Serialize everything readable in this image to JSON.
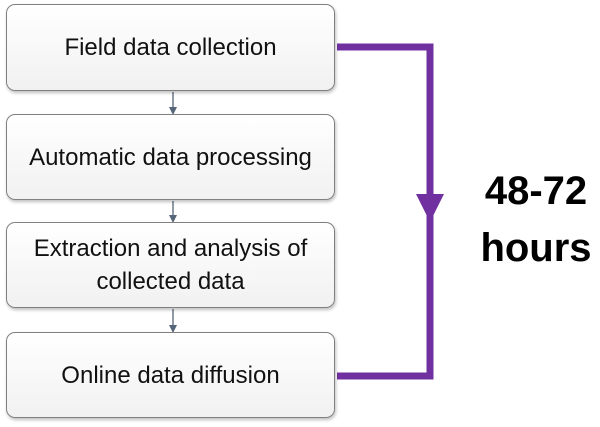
{
  "steps": [
    {
      "label": "Field data collection"
    },
    {
      "label": "Automatic data processing"
    },
    {
      "label": "Extraction and analysis of collected data"
    },
    {
      "label": "Online data diffusion"
    }
  ],
  "duration": {
    "line1": "48-72",
    "line2": "hours"
  },
  "colors": {
    "bracket": "#7030a0",
    "connector": "#56657a",
    "box_border": "#808080"
  }
}
